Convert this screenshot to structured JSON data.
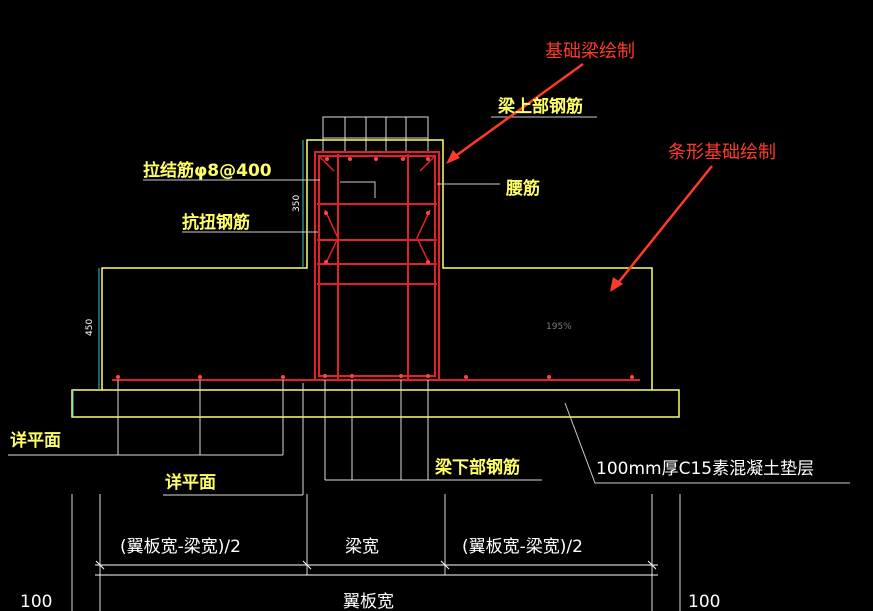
{
  "annotations": {
    "beam": "基础梁绘制",
    "strip": "条形基础绘制"
  },
  "labels": {
    "top_bar": "梁上部钢筋",
    "stirrup": "拉结筋φ8@400",
    "waist": "腰筋",
    "torsion": "抗扭钢筋",
    "bottom_bar": "梁下部钢筋",
    "cushion": "100mm厚C15素混凝土垫层",
    "level_left": "详平面",
    "level_mid": "详平面",
    "dim_left": "(翼板宽-梁宽)/2",
    "dim_mid": "梁宽",
    "dim_right": "(翼板宽-梁宽)/2",
    "dim_total": "翼板宽",
    "dim_100_left": "100",
    "dim_100_right": "100",
    "zoom": "195%"
  },
  "colors": {
    "background": "#000000",
    "outline": "#ffff66",
    "rebar": "#e0202a",
    "annotation": "#ff3a2a",
    "dimension": "#ffffff",
    "leader": "#cccccc"
  }
}
